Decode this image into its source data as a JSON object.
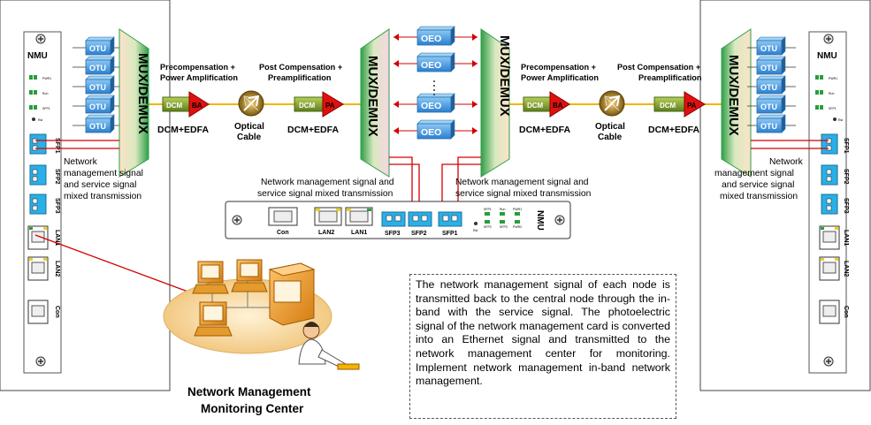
{
  "left_card": {
    "title": "NMU",
    "ports": [
      "SFP1",
      "SFP2",
      "SFP3",
      "LAN1",
      "LAN2",
      "Con"
    ]
  },
  "right_card": {
    "title": "NMU",
    "ports": [
      "SFP1",
      "SFP2",
      "SFP3",
      "LAN1",
      "LAN2",
      "Con"
    ]
  },
  "led_labels": [
    "PWR1",
    "PWR2",
    "Run",
    "SFP1",
    "SFP2",
    "SFP3",
    "Rst"
  ],
  "otu_label": "OTU",
  "oeo_label": "OEO",
  "mux_label": "MUX/DEMUX",
  "dcm_label": "DCM",
  "ba_label": "BA",
  "pa_label": "PA",
  "precomp_line1": "Precompensation +",
  "precomp_line2": "Power Amplification",
  "postcomp_line1": "Post Compensation +",
  "postcomp_line2": "Preamplification",
  "dcm_edfa": "DCM+EDFA",
  "optical_cable_line1": "Optical",
  "optical_cable_line2": "Cable",
  "left_nm_note": [
    "Network",
    "management signal",
    "and service signal",
    "mixed transmission"
  ],
  "right_nm_note": [
    "Network",
    "management signal",
    "and service signal",
    "mixed transmission"
  ],
  "center_nm_left": [
    "Network management signal and",
    "service signal mixed transmission"
  ],
  "center_nm_right": [
    "Network management signal and",
    "service signal mixed transmission"
  ],
  "center_card": {
    "title": "NMU",
    "ports": [
      "Con",
      "LAN2",
      "LAN1",
      "SFP3",
      "SFP2",
      "SFP1"
    ]
  },
  "monitoring_center": [
    "Network Management",
    "Monitoring Center"
  ],
  "description": "The network management signal of each node is transmitted back to the central node through the in-band with the service signal. The photoelectric signal of the network management card is converted into an Ethernet signal and transmitted to the network management center for monitoring. Implement network management in-band network management.",
  "colors": {
    "fiber": "#f2b400",
    "signal": "#d40000",
    "otu": "#3a8fd6",
    "mux_green": "#2f9e48",
    "dcm": "#7a9a2a",
    "amp": "#e01010",
    "port": "#29b0e8"
  }
}
